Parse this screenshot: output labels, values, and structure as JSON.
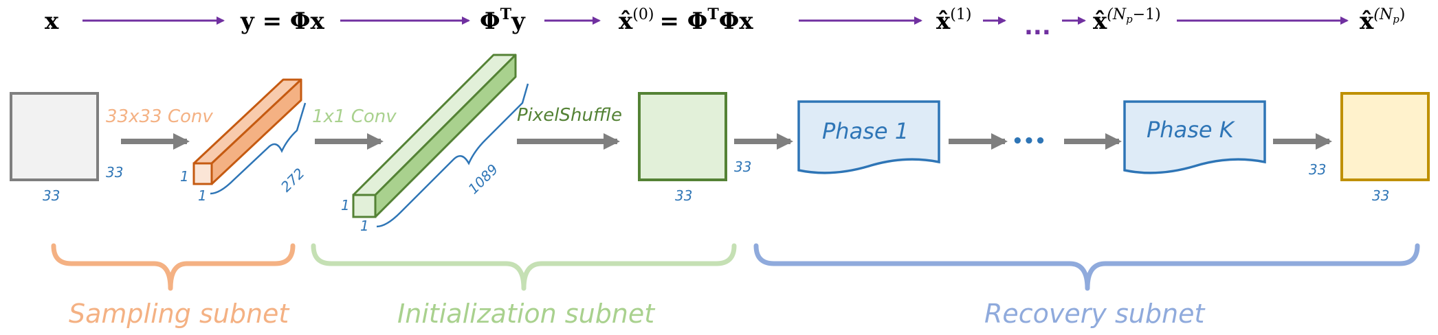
{
  "formula": {
    "x": "x",
    "y_phi_x": "y = Φx",
    "phi_t_y": "ΦᵀY",
    "phi_t_y_base": "Φ",
    "phi_t_y_sup": "T",
    "phi_t_y_tail": "y",
    "x0_base": "x̂",
    "x0_sup": "(0)",
    "x0_rhs": "= Φ",
    "x0_rhs_sup": "T",
    "x0_rhs_tail": "Φx",
    "x1_base": "x̂",
    "x1_sup": "(1)",
    "ellipsis": "...",
    "xnp1_base": "x̂",
    "xnp1_sup": "(N",
    "xnp1_sub": "p",
    "xnp1_sup_tail": "−1)",
    "xnp_base": "x̂",
    "xnp_sup": "(N",
    "xnp_sub": "p",
    "xnp_sup_tail": ")"
  },
  "blocks": {
    "sampling_conv_label": "33x33 Conv",
    "init_conv_label": "1x1 Conv",
    "pixelshuffle_label": "PixelShuffle",
    "phase1_label": "Phase 1",
    "phasek_label": "Phase K",
    "dots": "•••"
  },
  "dims": {
    "input_right": "33",
    "input_bottom": "33",
    "conv1_h": "1",
    "conv1_w": "1",
    "conv1_depth": "272",
    "conv2_h": "1",
    "conv2_w": "1",
    "conv2_depth": "1089",
    "init_out_right": "33",
    "init_out_bottom": "33",
    "output_left": "33",
    "output_bottom": "33"
  },
  "subnets": {
    "sampling": "Sampling subnet",
    "initialization": "Initialization subnet",
    "recovery": "Recovery subnet"
  },
  "colors": {
    "purple_arrow": "#7030a0",
    "gray_arrow": "#7f7f7f",
    "orange": "#f4b183",
    "orange_dark": "#c55a11",
    "green": "#a9d18e",
    "green_dark": "#548235",
    "blue_phase": "#2e75b6",
    "blue_brace": "#8faadc",
    "output_fill": "#fff2cc",
    "output_stroke": "#bf9000"
  }
}
